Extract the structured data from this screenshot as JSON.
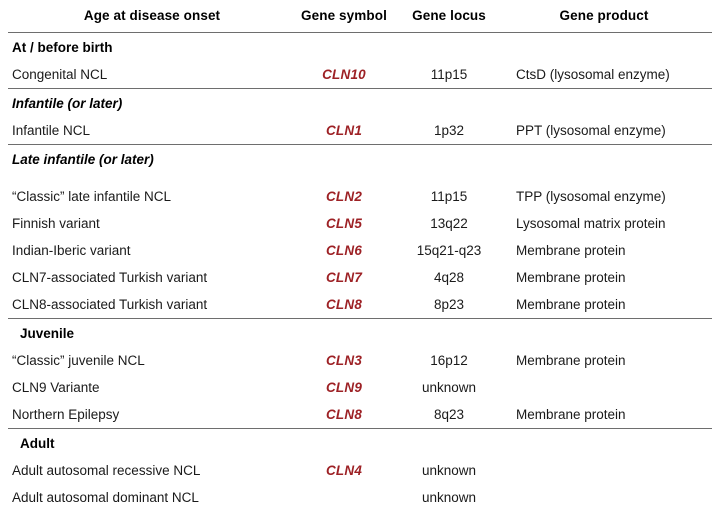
{
  "document": {
    "kind": "scientific-table",
    "accent_red": "#9d2125",
    "rule_color": "#6e6e6e",
    "background": "#ffffff"
  },
  "table": {
    "columns": [
      {
        "key": "onset",
        "label": "Age at disease onset",
        "align": "left"
      },
      {
        "key": "symbol",
        "label": "Gene symbol",
        "align": "center"
      },
      {
        "key": "locus",
        "label": "Gene locus",
        "align": "center"
      },
      {
        "key": "product",
        "label": "Gene product",
        "align": "left"
      }
    ],
    "sections": [
      {
        "id": "at-before-birth",
        "heading": "At / before birth",
        "heading_style": "bold",
        "heading_indent": false,
        "rows": [
          {
            "onset": "Congenital NCL",
            "symbol": "CLN10",
            "locus": "11p15",
            "product": "CtsD (lysosomal enzyme)"
          }
        ]
      },
      {
        "id": "infantile",
        "heading": "Infantile (or later)",
        "heading_style": "bold-italic",
        "heading_indent": false,
        "rows": [
          {
            "onset": "Infantile NCL",
            "symbol": "CLN1",
            "locus": "1p32",
            "product": "PPT (lysosomal enzyme)"
          }
        ]
      },
      {
        "id": "late-infantile",
        "heading": "Late infantile (or later)",
        "heading_style": "bold-italic",
        "heading_indent": false,
        "rows": [
          {
            "onset": "“Classic” late infantile NCL",
            "symbol": "CLN2",
            "locus": "11p15",
            "product": "TPP (lysosomal enzyme)"
          },
          {
            "onset": "Finnish variant",
            "symbol": "CLN5",
            "locus": "13q22",
            "product": "Lysosomal matrix protein"
          },
          {
            "onset": "Indian-Iberic variant",
            "symbol": "CLN6",
            "locus": "15q21-q23",
            "product": "Membrane protein"
          },
          {
            "onset": "CLN7-associated Turkish variant",
            "symbol": "CLN7",
            "locus": "4q28",
            "product": "Membrane protein"
          },
          {
            "onset": "CLN8-associated Turkish variant",
            "symbol": "CLN8",
            "locus": "8p23",
            "product": "Membrane protein"
          }
        ]
      },
      {
        "id": "juvenile",
        "heading": "Juvenile",
        "heading_style": "bold",
        "heading_indent": true,
        "rows": [
          {
            "onset": "“Classic” juvenile NCL",
            "symbol": "CLN3",
            "locus": "16p12",
            "product": "Membrane protein"
          },
          {
            "onset": "CLN9 Variante",
            "symbol": "CLN9",
            "locus": "unknown",
            "product": ""
          },
          {
            "onset": "Northern Epilepsy",
            "symbol": "CLN8",
            "locus": "8q23",
            "product": "Membrane protein"
          }
        ]
      },
      {
        "id": "adult",
        "heading": "Adult",
        "heading_style": "bold",
        "heading_indent": true,
        "rows": [
          {
            "onset": "Adult autosomal recessive NCL",
            "symbol": "CLN4",
            "locus": "unknown",
            "product": ""
          },
          {
            "onset": "Adult autosomal dominant NCL",
            "symbol": "",
            "locus": "unknown",
            "product": ""
          }
        ]
      }
    ]
  }
}
